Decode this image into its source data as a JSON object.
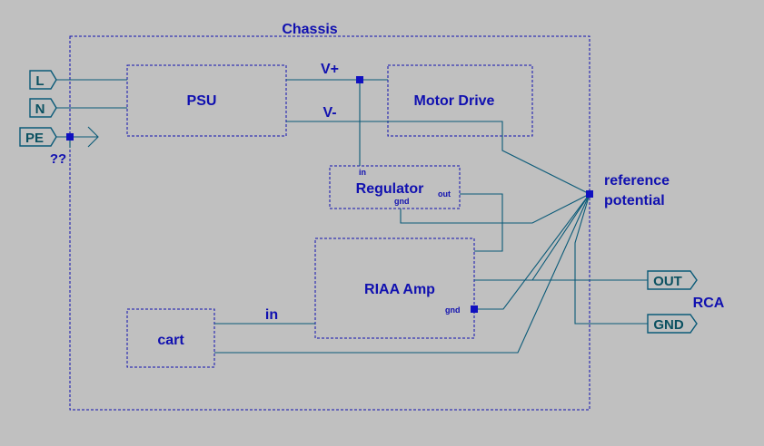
{
  "chassis": {
    "label": "Chassis"
  },
  "blocks": {
    "psu": "PSU",
    "motor_drive": "Motor Drive",
    "regulator": "Regulator",
    "riaa_amp": "RIAA Amp",
    "cart": "cart"
  },
  "pins": {
    "regulator_in": "in",
    "regulator_out": "out",
    "regulator_gnd": "gnd",
    "riaa_gnd": "gnd"
  },
  "nets": {
    "v_plus": "V+",
    "v_minus": "V-",
    "in": "in",
    "unknown": "??",
    "reference_line1": "reference",
    "reference_line2": "potential",
    "rca": "RCA"
  },
  "ports": {
    "l": "L",
    "n": "N",
    "pe": "PE",
    "out": "OUT",
    "gnd": "GND"
  },
  "colors": {
    "background": "#c0c0c0",
    "label": "#1010b0",
    "wire": "#0a5a78",
    "port_text": "#0a5060"
  }
}
